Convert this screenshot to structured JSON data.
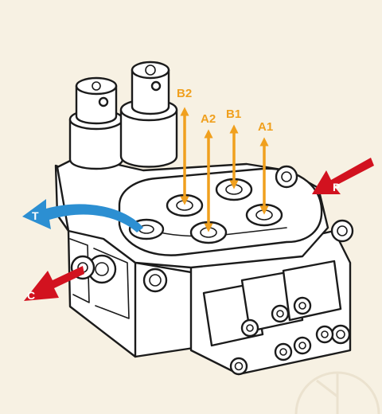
{
  "ports": {
    "b2": "B2",
    "a2": "A2",
    "b1": "B1",
    "a1": "A1",
    "pressure": "P",
    "tank": "T",
    "carryover": "C"
  },
  "colors": {
    "background": "#f7f1e3",
    "port_arrow": "#f0a01e",
    "pressure_arrow": "#d2121f",
    "carryover_arrow": "#d2121f",
    "tank_arrow": "#2c8fd2",
    "outline": "#1b1b1b"
  }
}
